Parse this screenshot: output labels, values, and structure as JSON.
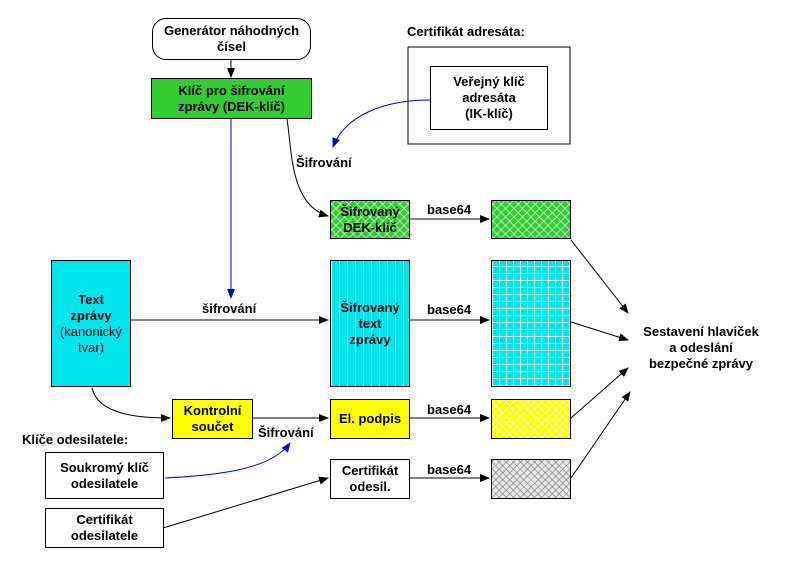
{
  "nodes": {
    "generator": "Generátor náhodných\nčísel",
    "dek_key": "Klíč pro šifrování\nzprávy (DEK-klíč)",
    "recipient_cert_title": "Certifikát adresáta:",
    "public_key": "Veřejný klíč\nadresáta\n(IK-klíč)",
    "encrypted_dek": "Šifrovaný\nDEK-klíč",
    "message_text_main": "Text\nzprávy",
    "message_text_sub": "(kanonický\ntvar)",
    "encrypted_text": "Šifrovaný\ntext\nzprávy",
    "checksum": "Kontrolní\nsoučet",
    "signature": "El. podpis",
    "sender_keys_title": "Klíče odesilatele:",
    "private_key": "Soukromý klíč\nodesilatele",
    "sender_cert_small": "Certifikát\nodesil.",
    "sender_cert": "Certifikát\nodesilatele",
    "assembly": "Sestavení hlaviček\na odeslání\nbezpečné zprávy"
  },
  "labels": {
    "encrypt_1": "Šifrování",
    "encrypt_2": "šifrování",
    "encrypt_3": "Šifrování",
    "base64_1": "base64",
    "base64_2": "base64",
    "base64_3": "base64",
    "base64_4": "base64"
  },
  "colors": {
    "green": "#33cc33",
    "cyan": "#00e5ee",
    "yellow": "#ffff00",
    "gray": "#e8e8e8",
    "blue_arrow": "#0000cc"
  }
}
